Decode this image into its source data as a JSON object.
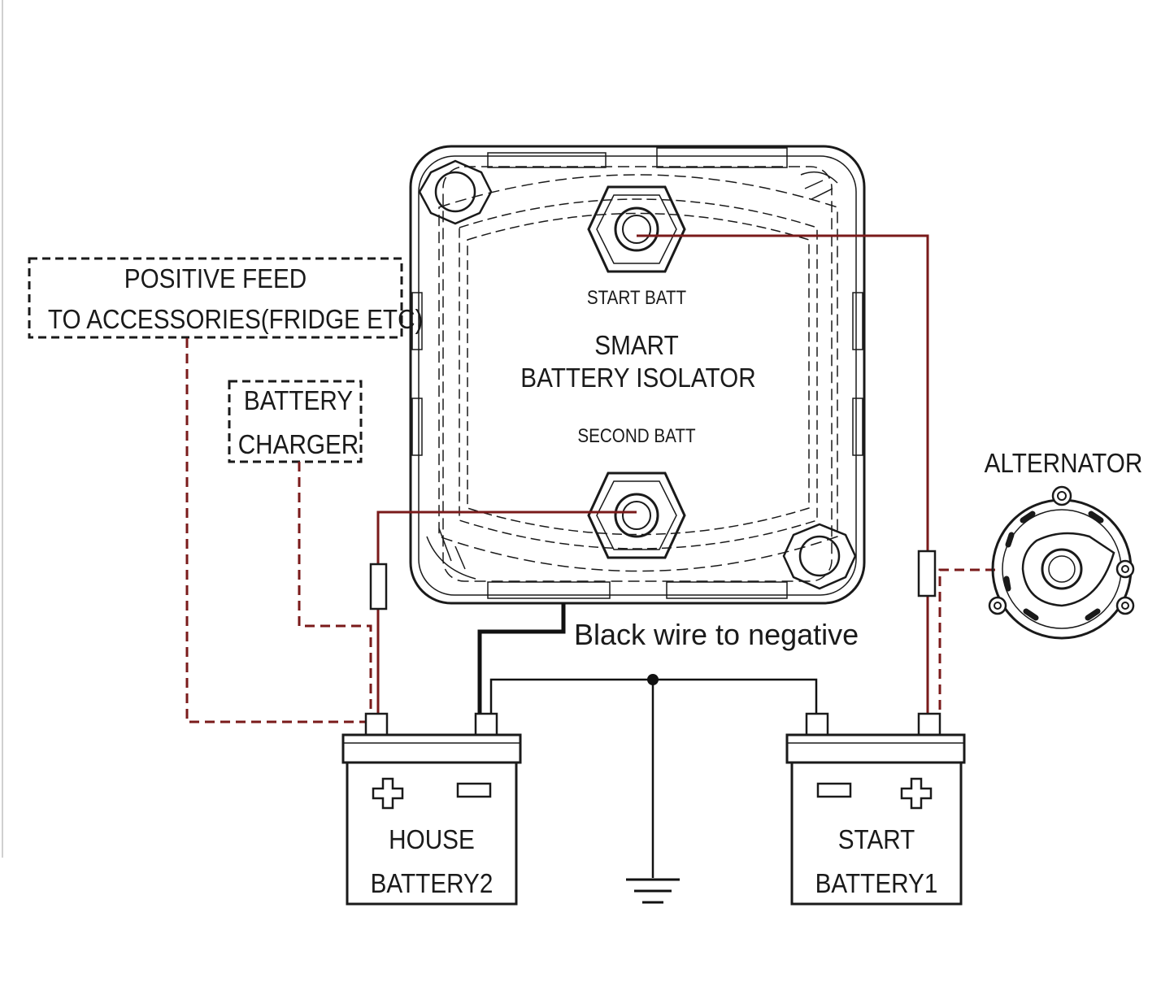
{
  "labels": {
    "positive_feed_line1": "POSITIVE FEED",
    "positive_feed_line2": "TO ACCESSORIES(FRIDGE ETC)",
    "charger_line1": "BATTERY",
    "charger_line2": "CHARGER",
    "isolator_start_terminal": "START BATT",
    "isolator_title_line1": "SMART",
    "isolator_title_line2": "BATTERY ISOLATOR",
    "isolator_second_terminal": "SECOND BATT",
    "alternator": "ALTERNATOR",
    "black_wire_note": "Black wire to negative",
    "house_battery_line1": "HOUSE",
    "house_battery_line2": "BATTERY2",
    "start_battery_line1": "START",
    "start_battery_line2": "BATTERY1"
  },
  "colors": {
    "positive_wire": "#7a1a1a",
    "negative_wire": "#111111",
    "outline": "#1a1a1a",
    "background": "#ffffff"
  }
}
